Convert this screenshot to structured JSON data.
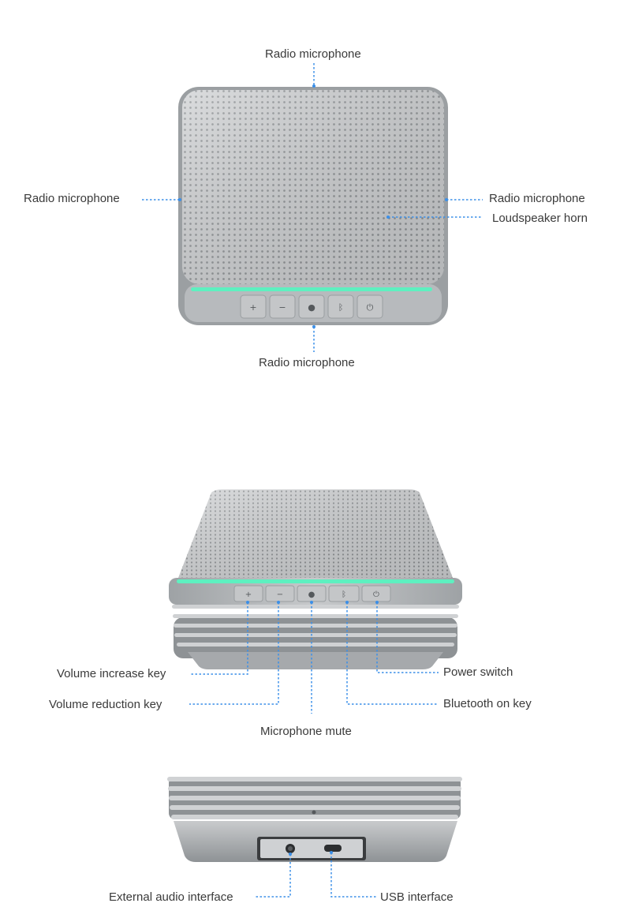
{
  "labels": {
    "top_mic_top": "Radio microphone",
    "top_mic_left": "Radio microphone",
    "top_mic_right": "Radio microphone",
    "top_horn": "Loudspeaker horn",
    "top_mic_bottom": "Radio microphone",
    "vol_up": "Volume increase key",
    "vol_down": "Volume reduction key",
    "mic_mute": "Microphone mute",
    "power": "Power switch",
    "bluetooth": "Bluetooth on key",
    "ext_audio": "External audio interface",
    "usb": "USB interface"
  },
  "colors": {
    "leader": "#3b8fe8",
    "led": "#5ef0c0",
    "body": "#b9bcbf",
    "grille": "#d3d5d7"
  }
}
